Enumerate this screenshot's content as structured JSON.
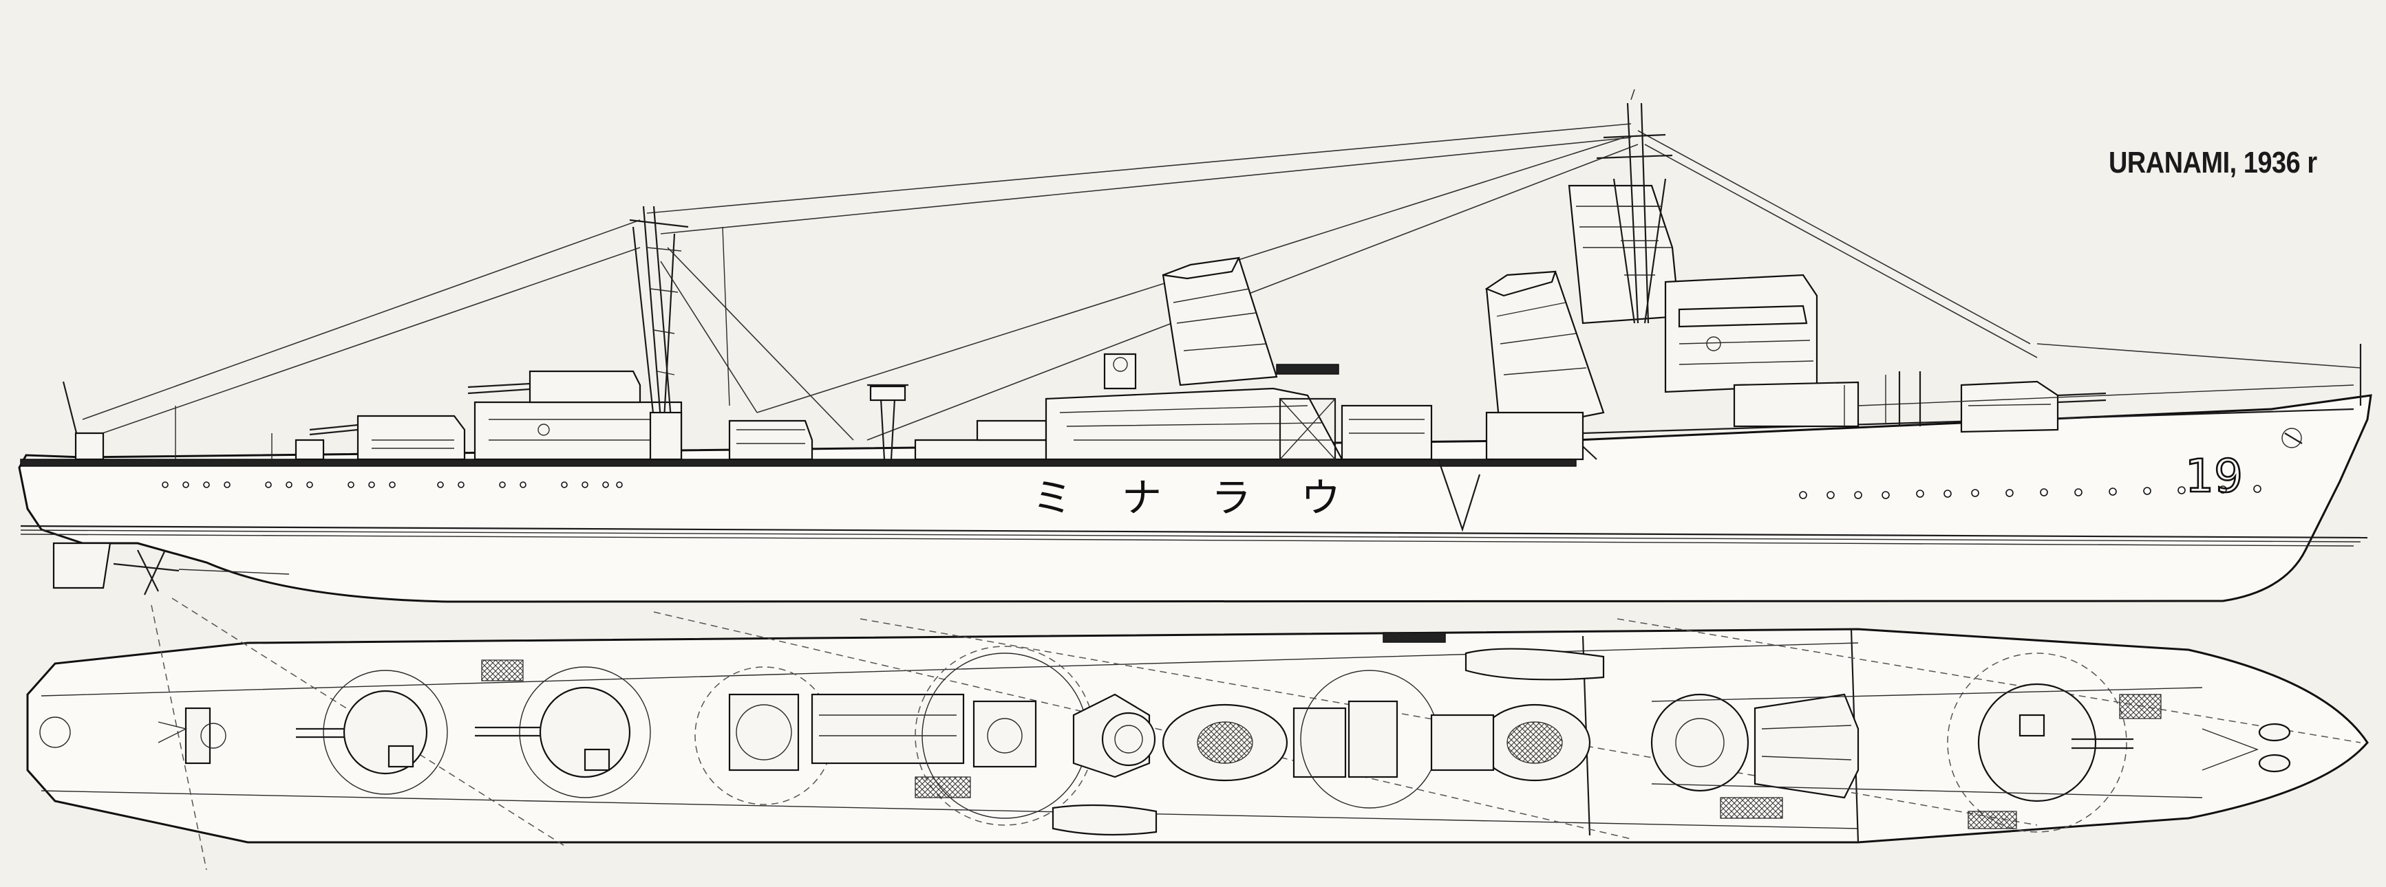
{
  "drawing": {
    "title": "URANAMI, 1936 r",
    "hull_name_kana": [
      "ウ",
      "ラ",
      "ナ",
      "ミ"
    ],
    "hull_number": "19"
  }
}
